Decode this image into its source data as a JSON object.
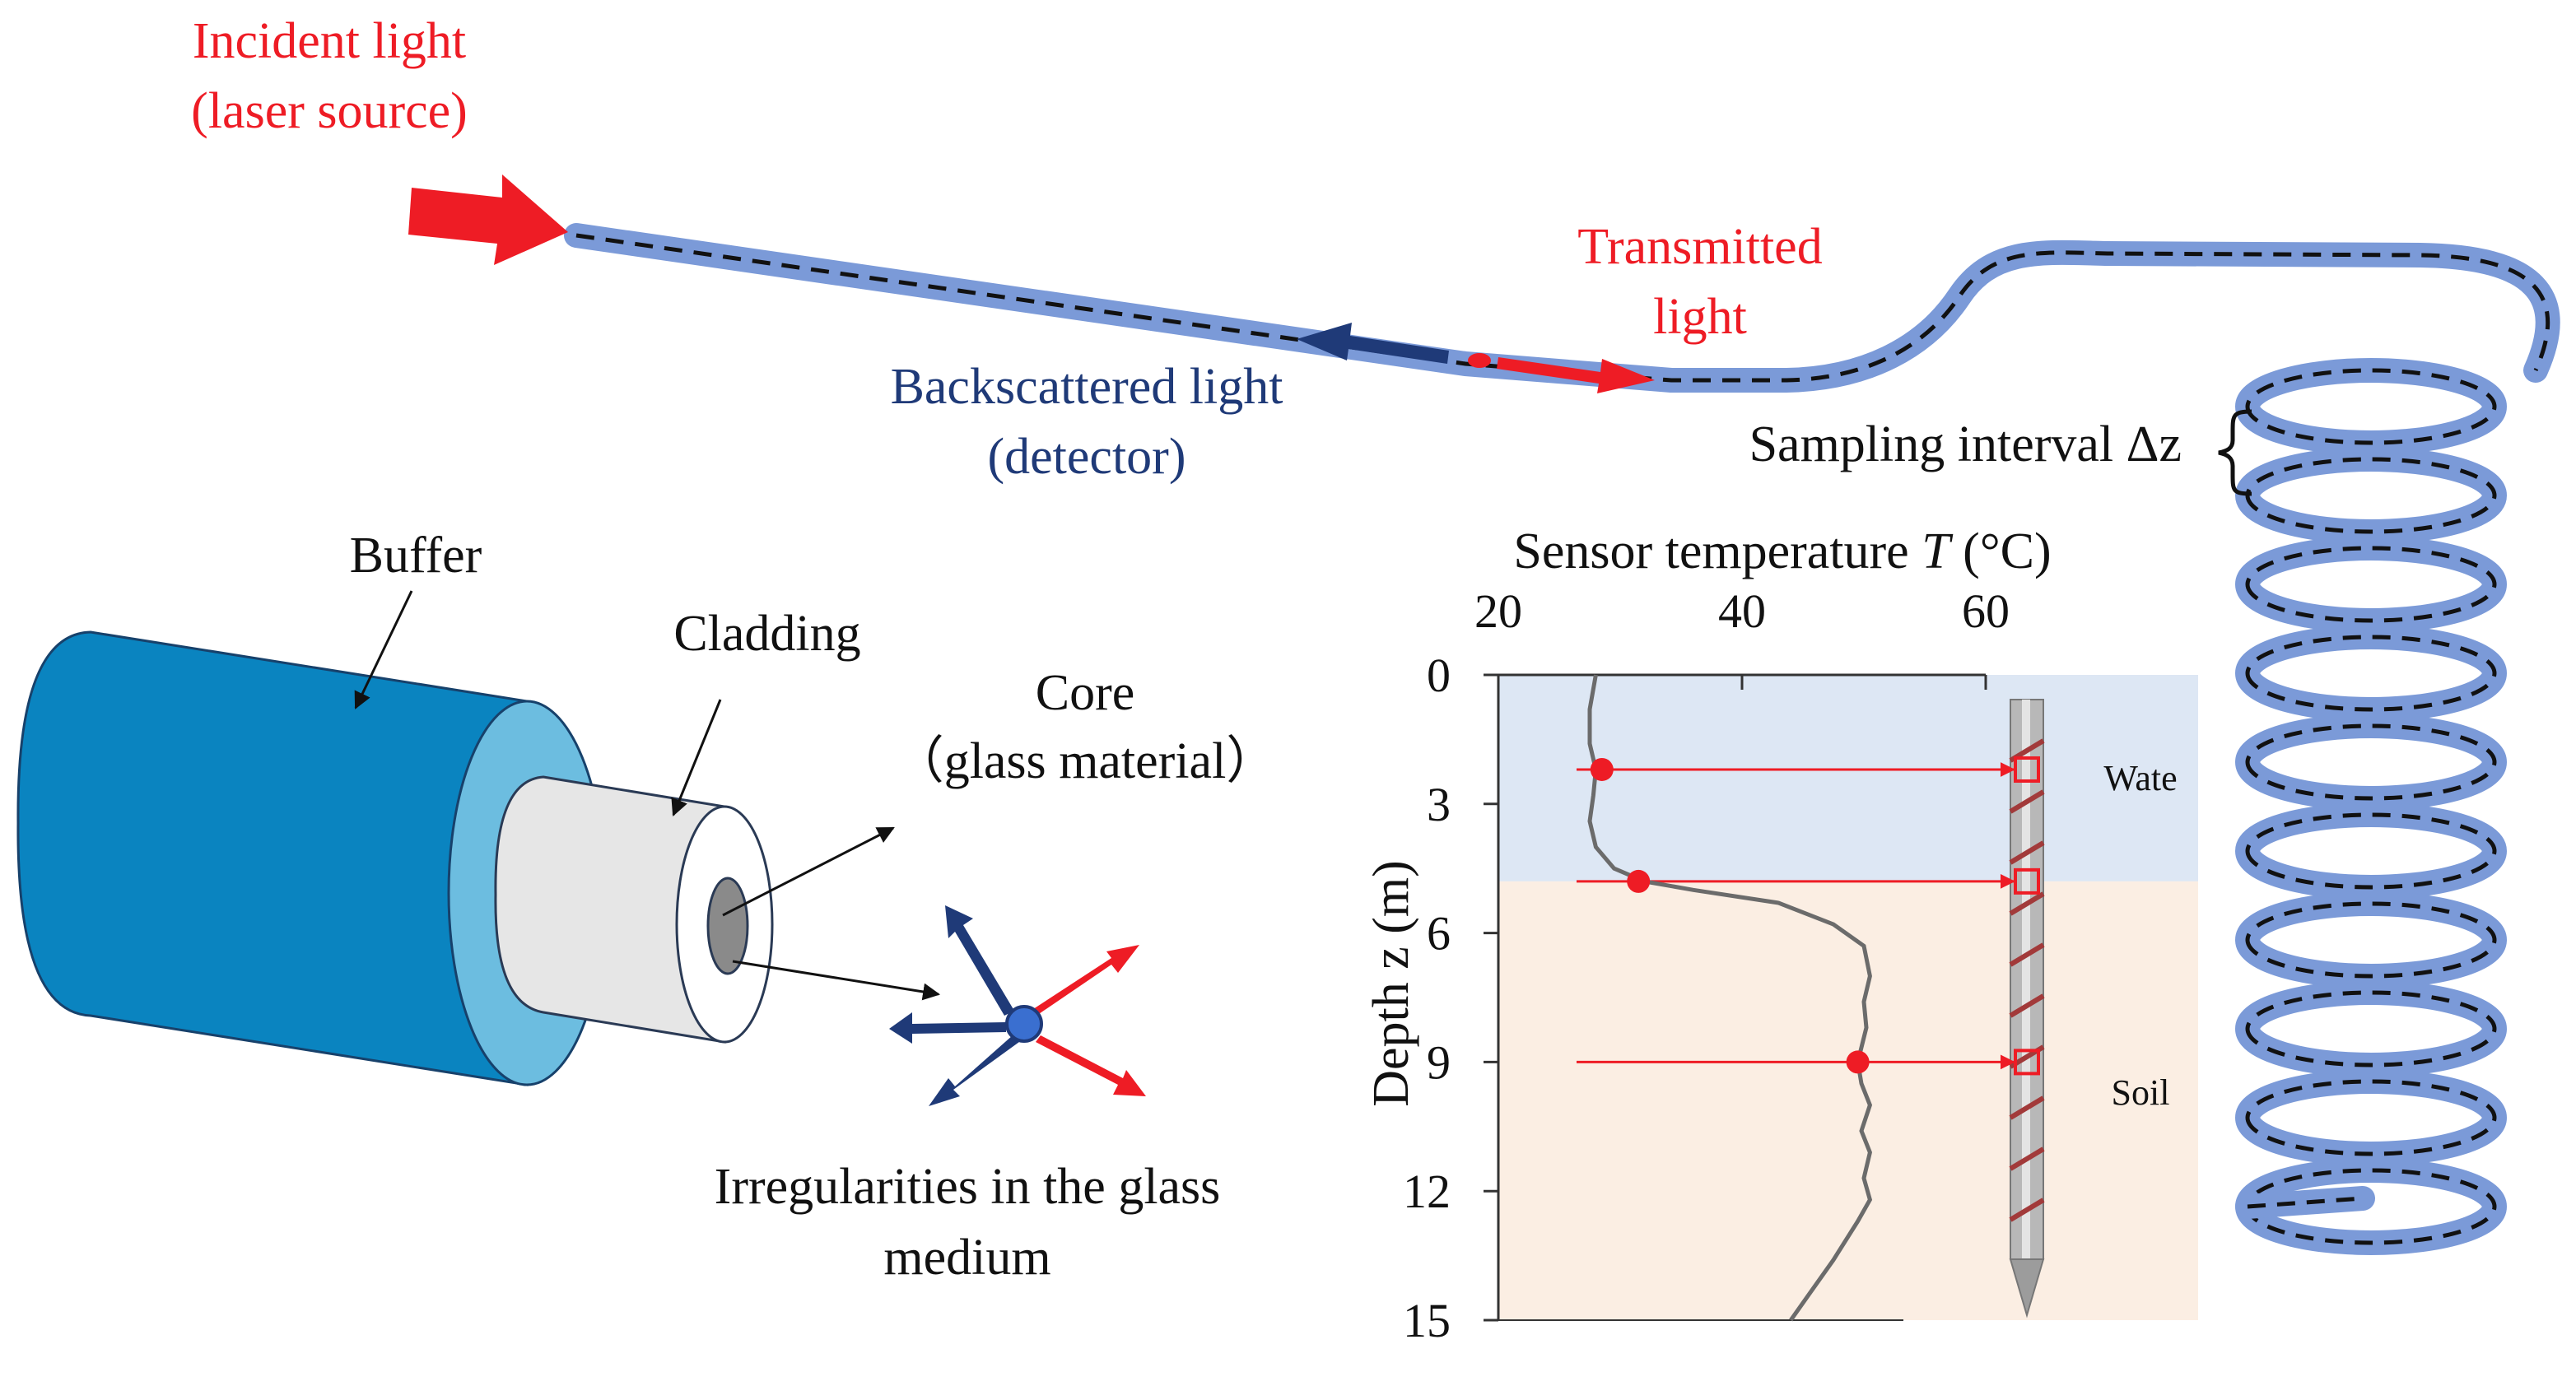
{
  "labels": {
    "incident_line1": "Incident light",
    "incident_line2": "(laser source)",
    "transmitted_line1": "Transmitted",
    "transmitted_line2": "light",
    "backscattered_line1": "Backscattered light",
    "backscattered_line2": "(detector)",
    "sampling_interval": "Sampling interval Δz",
    "buffer": "Buffer",
    "cladding": "Cladding",
    "core_line1": "Core",
    "core_line2": "（glass material）",
    "irregularities_line1": "Irregularities in the glass",
    "irregularities_line2": "medium"
  },
  "colors": {
    "incident_red": "#ee1c25",
    "backscatter_navy": "#1f3a78",
    "fiber_blue": "#7b9ad8",
    "buffer_blue": "#0a84c0",
    "cladding_light_blue": "#6cbde0",
    "water_zone": "#dde7f4",
    "soil_zone": "#fbeee3",
    "pile_coil": "#a23a3a"
  },
  "chart_data": {
    "type": "line",
    "x_axis_title_prefix": "Sensor temperature",
    "x_axis_title_var": "T",
    "x_axis_title_unit": "(°C)",
    "y_axis_title": "Depth z (m)",
    "x_ticks": [
      "20",
      "40",
      "60"
    ],
    "y_ticks": [
      "0",
      "3",
      "6",
      "9",
      "12",
      "15"
    ],
    "xlim": [
      20,
      60
    ],
    "ylim": [
      0,
      15
    ],
    "zones": [
      {
        "name": "Wate",
        "depth_from": 0,
        "depth_to": 4.8
      },
      {
        "name": "Soil",
        "depth_from": 4.8,
        "depth_to": 15
      }
    ],
    "profile": [
      [
        28.0,
        0
      ],
      [
        27.5,
        0.8
      ],
      [
        27.5,
        1.6
      ],
      [
        28.0,
        2.2
      ],
      [
        27.8,
        2.8
      ],
      [
        27.5,
        3.4
      ],
      [
        28.0,
        4.0
      ],
      [
        29.5,
        4.5
      ],
      [
        32.0,
        4.8
      ],
      [
        36.0,
        5.0
      ],
      [
        43.0,
        5.3
      ],
      [
        47.5,
        5.8
      ],
      [
        50.0,
        6.3
      ],
      [
        50.5,
        7.0
      ],
      [
        50.0,
        7.6
      ],
      [
        50.2,
        8.2
      ],
      [
        49.5,
        9.0
      ],
      [
        49.8,
        9.5
      ],
      [
        50.5,
        10.0
      ],
      [
        49.8,
        10.6
      ],
      [
        50.5,
        11.1
      ],
      [
        50.0,
        11.7
      ],
      [
        50.5,
        12.2
      ],
      [
        49.5,
        12.7
      ],
      [
        47.5,
        13.6
      ],
      [
        45.5,
        14.4
      ],
      [
        44.0,
        15.0
      ]
    ],
    "sample_points": [
      {
        "temperature": 28.5,
        "depth": 2.2
      },
      {
        "temperature": 31.5,
        "depth": 4.8
      },
      {
        "temperature": 49.5,
        "depth": 9.0
      }
    ]
  }
}
